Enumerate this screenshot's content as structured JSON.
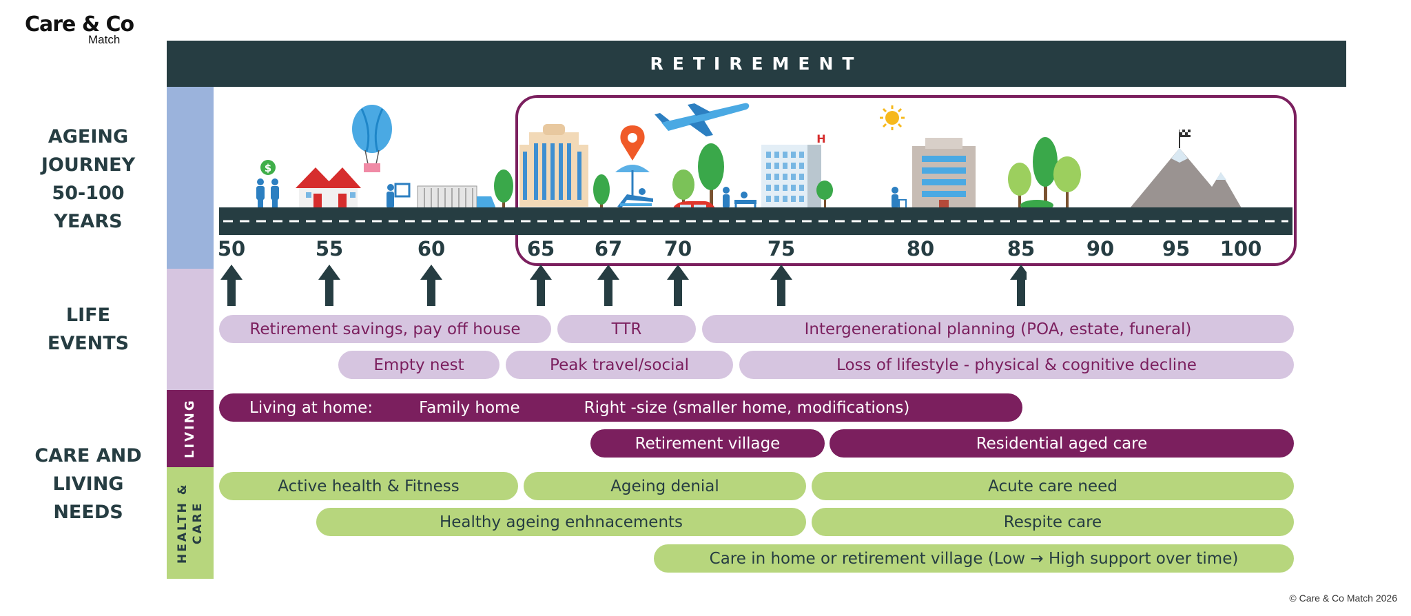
{
  "brand": {
    "name": "Care & Co",
    "sub": "Match"
  },
  "banner": "RETIREMENT",
  "sections": {
    "ageing_journey": "AGEING JOURNEY 50-100 YEARS",
    "life_events": "LIFE EVENTS",
    "care_and_living": "CARE AND LIVING NEEDS"
  },
  "strips": {
    "living": "LIVING",
    "health_care": "HEALTH & CARE"
  },
  "ages": [
    "50",
    "55",
    "60",
    "65",
    "67",
    "70",
    "75",
    "80",
    "85",
    "90",
    "95",
    "100"
  ],
  "arrow_ages": [
    "50",
    "55",
    "60",
    "65",
    "67",
    "70",
    "75",
    "85"
  ],
  "life_events": {
    "retirement_savings": "Retirement savings, pay off house",
    "ttr": "TTR",
    "intergenerational": "Intergenerational planning (POA, estate, funeral)",
    "empty_nest": "Empty nest",
    "peak_travel": "Peak travel/social",
    "loss_of_lifestyle": "Loss of lifestyle - physical & cognitive decline"
  },
  "living": {
    "at_home": "Living at home:",
    "family_home": "Family home",
    "right_size": "Right -size (smaller home, modifications)",
    "retirement_village": "Retirement village",
    "residential_care": "Residential aged care"
  },
  "health_care": {
    "active_health": "Active health & Fitness",
    "ageing_denial": "Ageing denial",
    "acute_care": "Acute care need",
    "healthy_ageing": "Healthy ageing enhnacements",
    "respite_care": "Respite care",
    "care_in_home": "Care in home or retirement village (Low → High support over time)"
  },
  "colors": {
    "dark": "#263d42",
    "blue_strip": "#9bb3dc",
    "lilac": "#d6c5e0",
    "plum": "#7b1f5e",
    "green": "#b7d67d"
  },
  "icons": [
    "dollar-couple-icon",
    "house-icon",
    "hot-air-balloon-icon",
    "moving-truck-icon",
    "tree-icon",
    "apartment-building-icon",
    "location-pin-icon",
    "beach-lounger-icon",
    "airplane-icon",
    "car-icon",
    "hospital-icon",
    "sun-icon",
    "aged-care-building-icon",
    "mountain-flag-icon"
  ],
  "copyright": "© Care & Co Match 2026"
}
